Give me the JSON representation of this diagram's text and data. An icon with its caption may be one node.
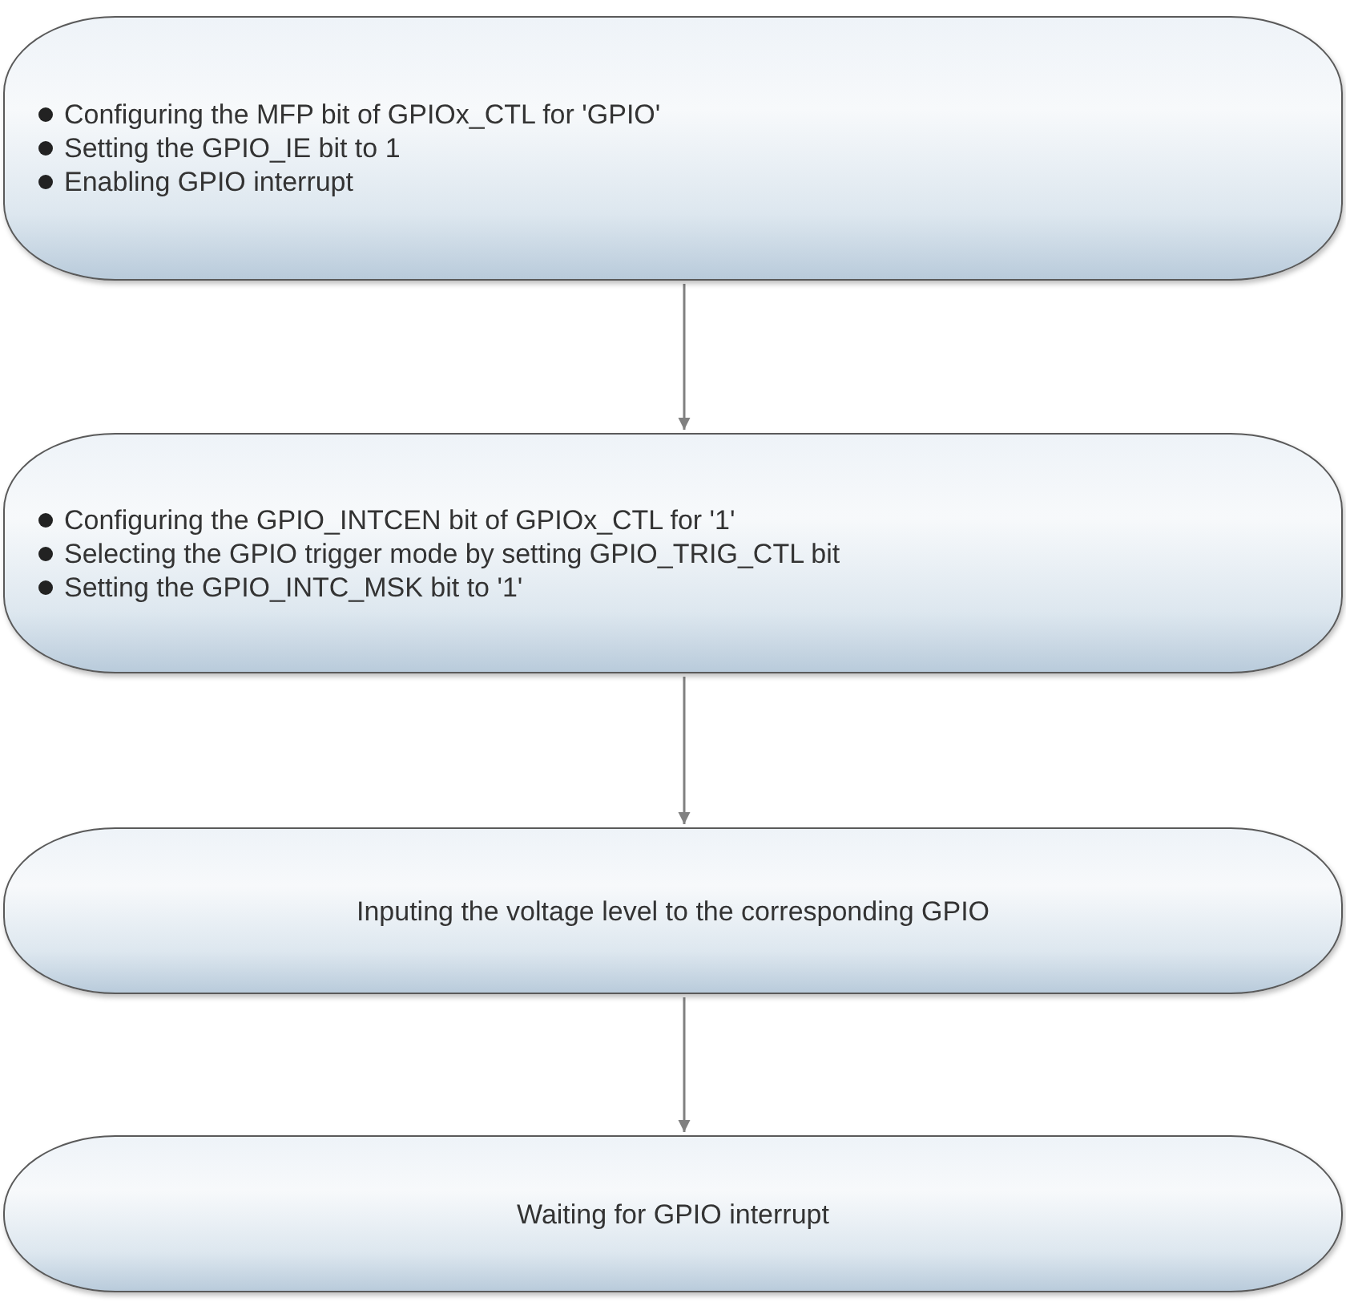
{
  "diagram": {
    "nodes": [
      {
        "text": [
          "Configuring the MFP bit of GPIOx_CTL for 'GPIO'",
          "Setting the GPIO_IE bit to 1",
          "Enabling GPIO interrupt"
        ]
      },
      {
        "text": [
          "Configuring the GPIO_INTCEN bit of GPIOx_CTL for '1'",
          "Selecting the GPIO trigger mode by setting GPIO_TRIG_CTL bit",
          "Setting the GPIO_INTC_MSK bit to '1'"
        ]
      },
      {
        "text": [
          "Inputing the voltage level to the corresponding GPIO"
        ]
      },
      {
        "text": [
          "Waiting for GPIO interrupt"
        ]
      }
    ],
    "edges": [
      {
        "from": 0,
        "to": 1,
        "arrow": "to"
      },
      {
        "from": 1,
        "to": 2,
        "arrow": "to"
      },
      {
        "from": 2,
        "to": 3,
        "arrow": "to"
      }
    ]
  }
}
